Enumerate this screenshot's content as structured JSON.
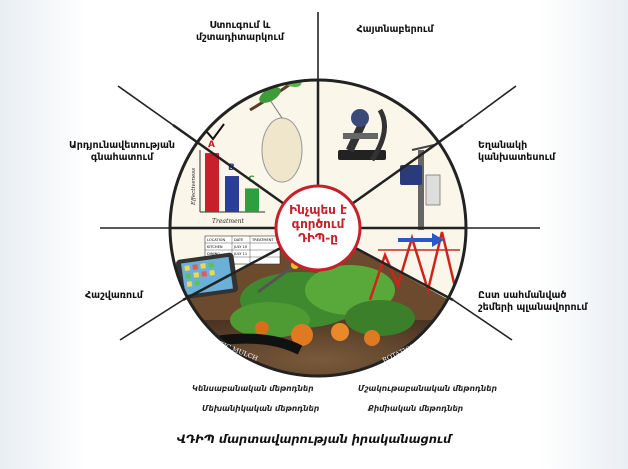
{
  "segments": {
    "monitoring": "Ստուգում և\nմշտադիտարկում",
    "identification": "Հայտնաբերում",
    "prevention": "Եղանակի\nկանխատեսում",
    "evaluation": "Արդյունավետության\nգնահատում",
    "records": "Հաշվառում",
    "thresholds": "Ըստ սահմանված\nշեմերի պլանավորում"
  },
  "bottom_methods": {
    "biological": "Կենսաբանական մեթոդներ",
    "cultural": "Մշակութաբանական մեթոդներ",
    "mechanical": "Մեխանիկական մեթոդներ",
    "chemical": "Քիմիական մեթոդներ"
  },
  "center_text": "Ինչպես է\nգործում\nԴԻՊ-ը",
  "caption": "ՎԴԻՊ մարտավարության իրականացում",
  "chart_labels": {
    "a": "A",
    "b": "B",
    "c": "C",
    "x": "Treatment",
    "y": "Effectiveness"
  },
  "effectiveness_chart": {
    "type": "bar",
    "categories": [
      "A",
      "B",
      "C"
    ],
    "values": [
      0.95,
      0.58,
      0.38
    ]
  },
  "table": {
    "headers": [
      "LOCATION",
      "DATE",
      "TREATMENT"
    ],
    "rows": [
      [
        "KITCHEN",
        "JULY 10",
        ""
      ],
      [
        "DINING",
        "JULY 11",
        ""
      ]
    ]
  },
  "arcs": {
    "plastic_mulch": "PLASTIC MULCH",
    "rotation": "ROTATION"
  },
  "colors": {
    "ring": "#222222",
    "accent_red": "#d0231c",
    "accent_blue": "#2a3f9a",
    "accent_green": "#2f9e3e"
  }
}
